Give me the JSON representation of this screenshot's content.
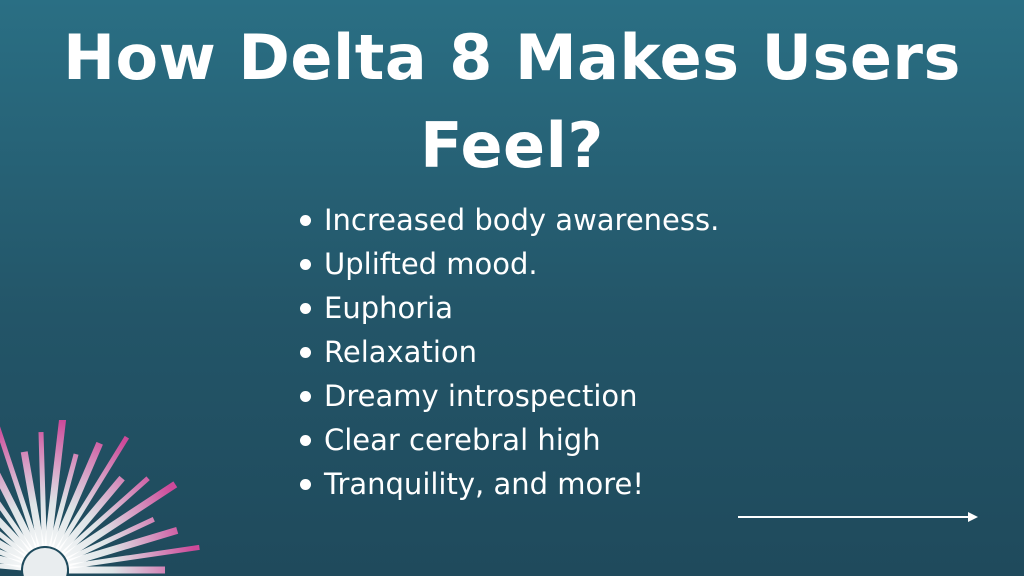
{
  "slide": {
    "title": "How Delta 8 Makes Users Feel?",
    "bullets": [
      "Increased body awareness.",
      "Uplifted mood.",
      "Euphoria",
      "Relaxation",
      "Dreamy introspection",
      "Clear cerebral high",
      "Tranquility, and more!"
    ]
  },
  "colors": {
    "background_top": "#2a6f84",
    "background_bottom": "#1f4a5c",
    "text": "#ffffff",
    "sunburst_accent": "#e04aa0"
  },
  "icons": {
    "decoration": "sunburst-icon",
    "next": "arrow-right-icon"
  }
}
